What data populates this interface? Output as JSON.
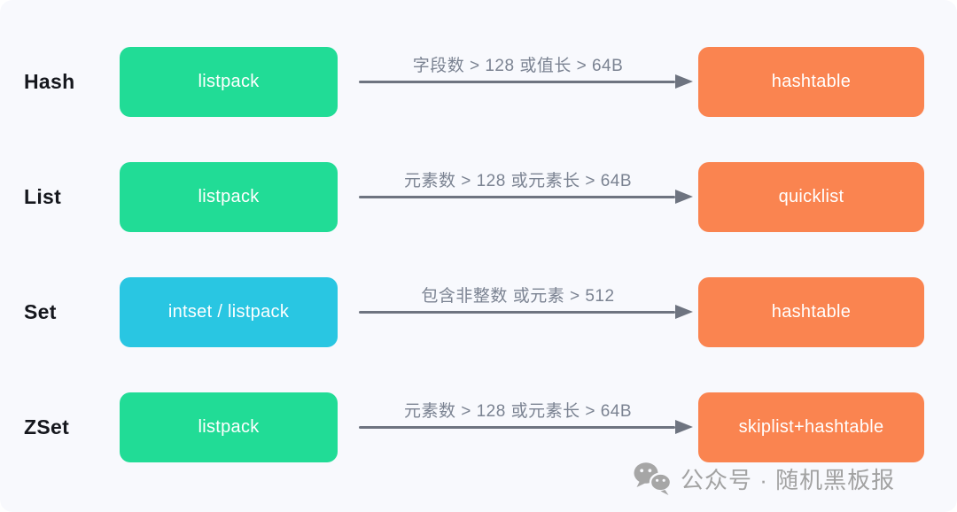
{
  "rows": [
    {
      "type": "Hash",
      "from": "listpack",
      "condition": "字段数 > 128 或值长 > 64B",
      "to": "hashtable"
    },
    {
      "type": "List",
      "from": "listpack",
      "condition": "元素数 > 128 或元素长 > 64B",
      "to": "quicklist"
    },
    {
      "type": "Set",
      "from": "intset / listpack",
      "condition": "包含非整数 或元素 > 512",
      "to": "hashtable"
    },
    {
      "type": "ZSet",
      "from": "listpack",
      "condition": "元素数 > 128 或元素长 > 64B",
      "to": "skiplist+hashtable"
    }
  ],
  "watermark": {
    "icon": "wechat-icon",
    "text": "公众号 · 随机黑板报"
  },
  "colors": {
    "green": "#21dc96",
    "cyan": "#29c6e2",
    "orange": "#fa8450",
    "background": "#f8f9fd",
    "arrow": "#6e7480",
    "condition_text": "#7b8392",
    "label_text": "#15171d",
    "watermark": "#a2a2a2"
  }
}
